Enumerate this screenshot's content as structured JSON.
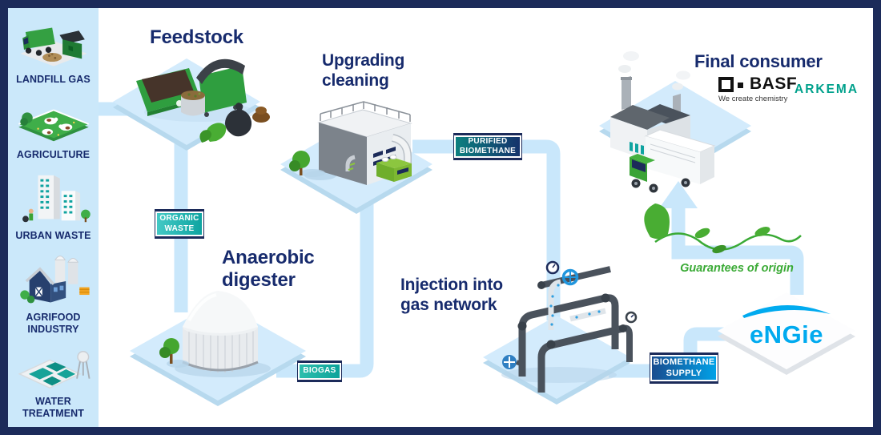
{
  "sidebar": {
    "items": [
      {
        "label": "LANDFILL GAS",
        "icon": "garbage-truck-icon"
      },
      {
        "label": "AGRICULTURE",
        "icon": "farm-cows-icon"
      },
      {
        "label": "URBAN WASTE",
        "icon": "city-buildings-icon"
      },
      {
        "label": "AGRIFOOD\nINDUSTRY",
        "icon": "barn-silos-icon"
      },
      {
        "label": "WATER\nTREATMENT",
        "icon": "treatment-pools-icon"
      }
    ]
  },
  "flow": {
    "feedstock_title": "Feedstock",
    "upgrading_title": "Upgrading\ncleaning",
    "digester_title": "Anaerobic\ndigester",
    "injection_title": "Injection into\ngas network",
    "final_title": "Final consumer",
    "guarantees_label": "Guarantees of origin"
  },
  "badges": {
    "organic_waste": "ORGANIC\nWASTE",
    "biogas": "BIOGAS",
    "purified_biomethane": "PURIFIED\nBIOMETHANE",
    "biomethane_supply": "BIOMETHANE\nSUPPLY"
  },
  "logos": {
    "engie": "eNGie",
    "basf": "BASF",
    "basf_tagline": "We create chemistry",
    "arkema": "ARKEMA"
  },
  "colors": {
    "border_navy": "#1c2b5a",
    "title_navy": "#172b6d",
    "sidebar_blue": "#cbe8fa",
    "connector_blue": "#c9e7fb",
    "platform_blue": "#d3ebfc",
    "teal_badge": "#0da3a0",
    "purified_gradient_end": "#15316b",
    "supply_gradient_end": "#00a3e9",
    "engie_blue": "#00aaef",
    "eco_green": "#3aaa35"
  }
}
